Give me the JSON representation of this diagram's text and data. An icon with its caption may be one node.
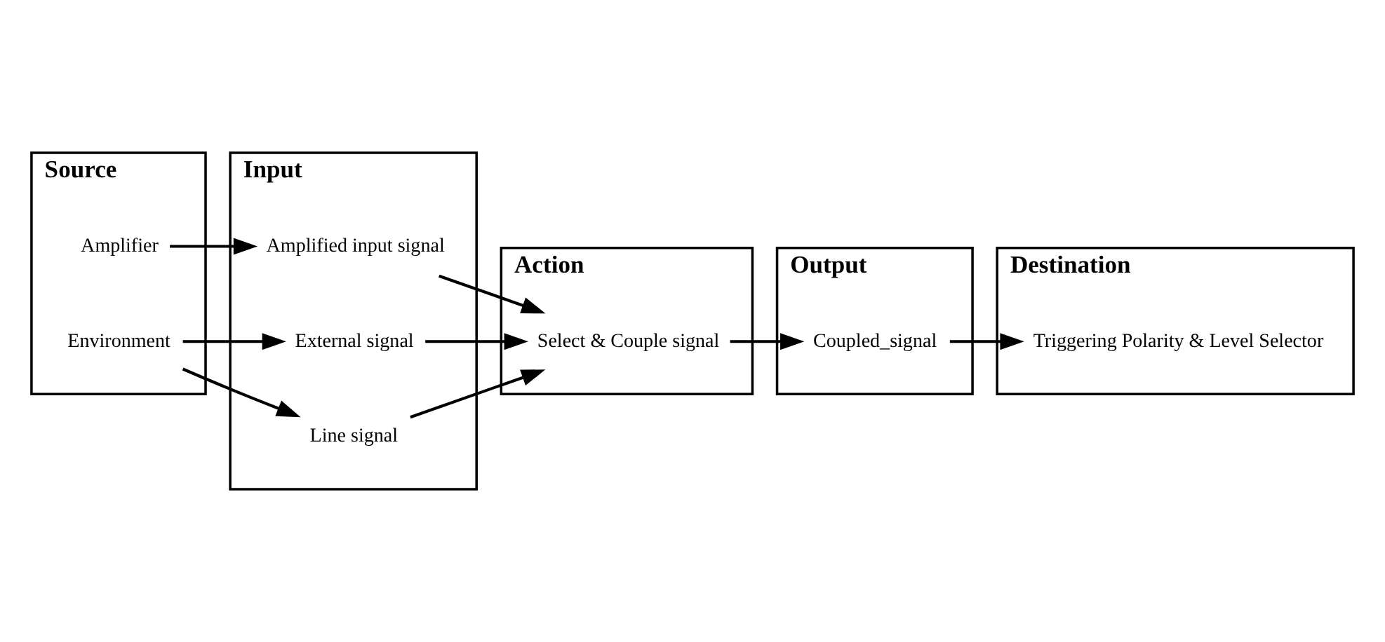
{
  "diagram": {
    "nodes": [
      {
        "text": [
          "Source"
        ]
      },
      {
        "text": [
          "Amplifier"
        ],
        "in": 0
      },
      {
        "text": [
          "Environment"
        ],
        "in": 0
      },
      {
        "text": [
          "Input"
        ]
      },
      {
        "text": [
          "Amplified input signal"
        ],
        "in": 3
      },
      {
        "text": [
          "External signal"
        ],
        "in": 3
      },
      {
        "text": [
          "Line signal"
        ],
        "in": 3
      },
      {
        "text": [
          "Action"
        ]
      },
      {
        "text": [
          "Select & Couple signal"
        ],
        "in": 7
      },
      {
        "text": [
          "Output"
        ]
      },
      {
        "text": [
          "Coupled_signal"
        ],
        "in": 9
      },
      {
        "text": [
          "Destination"
        ]
      },
      {
        "text": [
          "Triggering Polarity & Level Selector"
        ],
        "in": 11
      }
    ],
    "edges": [
      {
        "from": 1,
        "to": 4,
        "arrow": "to"
      },
      {
        "from": 2,
        "to": 5,
        "arrow": "to"
      },
      {
        "from": 2,
        "to": 6,
        "arrow": "to"
      },
      {
        "from": 4,
        "to": 8,
        "arrow": "to"
      },
      {
        "from": 5,
        "to": 8,
        "arrow": "to"
      },
      {
        "from": 6,
        "to": 8,
        "arrow": "to"
      },
      {
        "from": 8,
        "to": 10,
        "arrow": "to"
      },
      {
        "from": 10,
        "to": 12,
        "arrow": "to"
      }
    ]
  }
}
